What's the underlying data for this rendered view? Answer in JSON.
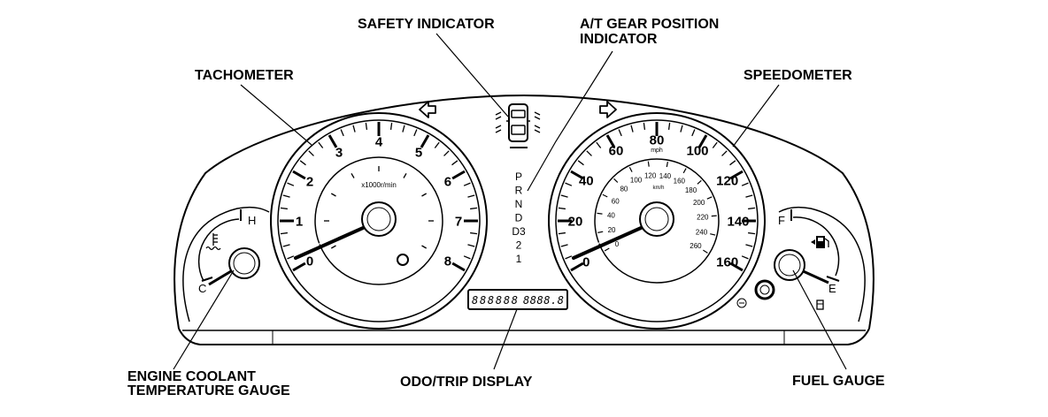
{
  "labels": {
    "safety_indicator": "SAFETY INDICATOR",
    "at_gear_line1": "A/T GEAR POSITION",
    "at_gear_line2": "INDICATOR",
    "tachometer": "TACHOMETER",
    "speedometer": "SPEEDOMETER",
    "engine_coolant_line1": "ENGINE COOLANT",
    "engine_coolant_line2": "TEMPERATURE GAUGE",
    "odo_trip": "ODO/TRIP DISPLAY",
    "fuel_gauge": "FUEL GAUGE"
  },
  "tachometer": {
    "numbers": [
      "0",
      "1",
      "2",
      "3",
      "4",
      "5",
      "6",
      "7",
      "8"
    ],
    "unit": "x1000r/min"
  },
  "speedometer": {
    "mph_numbers": [
      "0",
      "20",
      "40",
      "60",
      "80",
      "100",
      "120",
      "140",
      "160"
    ],
    "mph_unit": "mph",
    "kmh_numbers": [
      "0",
      "20",
      "40",
      "60",
      "80",
      "100",
      "120",
      "140",
      "160",
      "180",
      "200",
      "220",
      "240",
      "260"
    ],
    "kmh_unit": "km/h"
  },
  "gear": {
    "positions": [
      "P",
      "R",
      "N",
      "D",
      "D3",
      "2",
      "1"
    ]
  },
  "temp_gauge": {
    "high": "H",
    "cold": "C"
  },
  "fuel": {
    "full": "F",
    "empty": "E"
  },
  "odo": {
    "left": "888888",
    "right": "8888.8"
  }
}
